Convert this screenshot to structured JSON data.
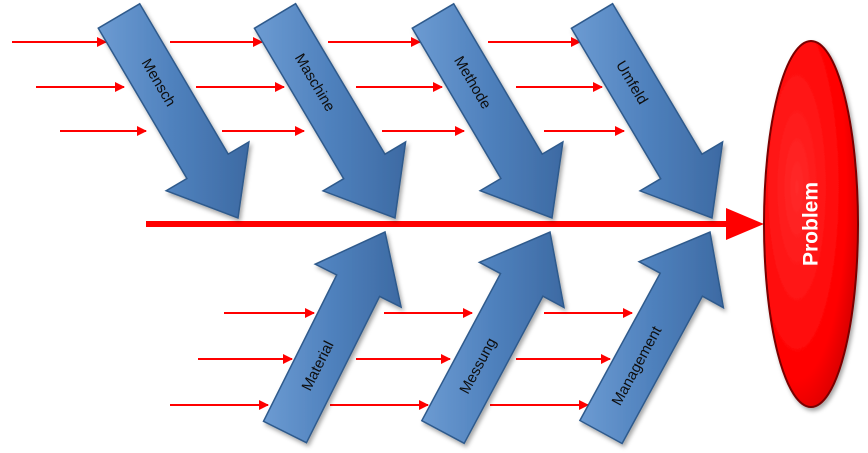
{
  "diagram": {
    "effect": "Problem",
    "causes_top": [
      "Mensch",
      "Maschine",
      "Methode",
      "Umfeld"
    ],
    "causes_bottom": [
      "Material",
      "Messung",
      "Management"
    ],
    "colors": {
      "cause_arrow_fill": "#4f81bd",
      "cause_arrow_stroke": "#2f5a8c",
      "spine": "#ff0000",
      "sub_cause_arrows": "#ff0000",
      "problem_fill": "#ff0000",
      "problem_stroke": "#7a0000",
      "problem_text": "#ffffff"
    }
  }
}
